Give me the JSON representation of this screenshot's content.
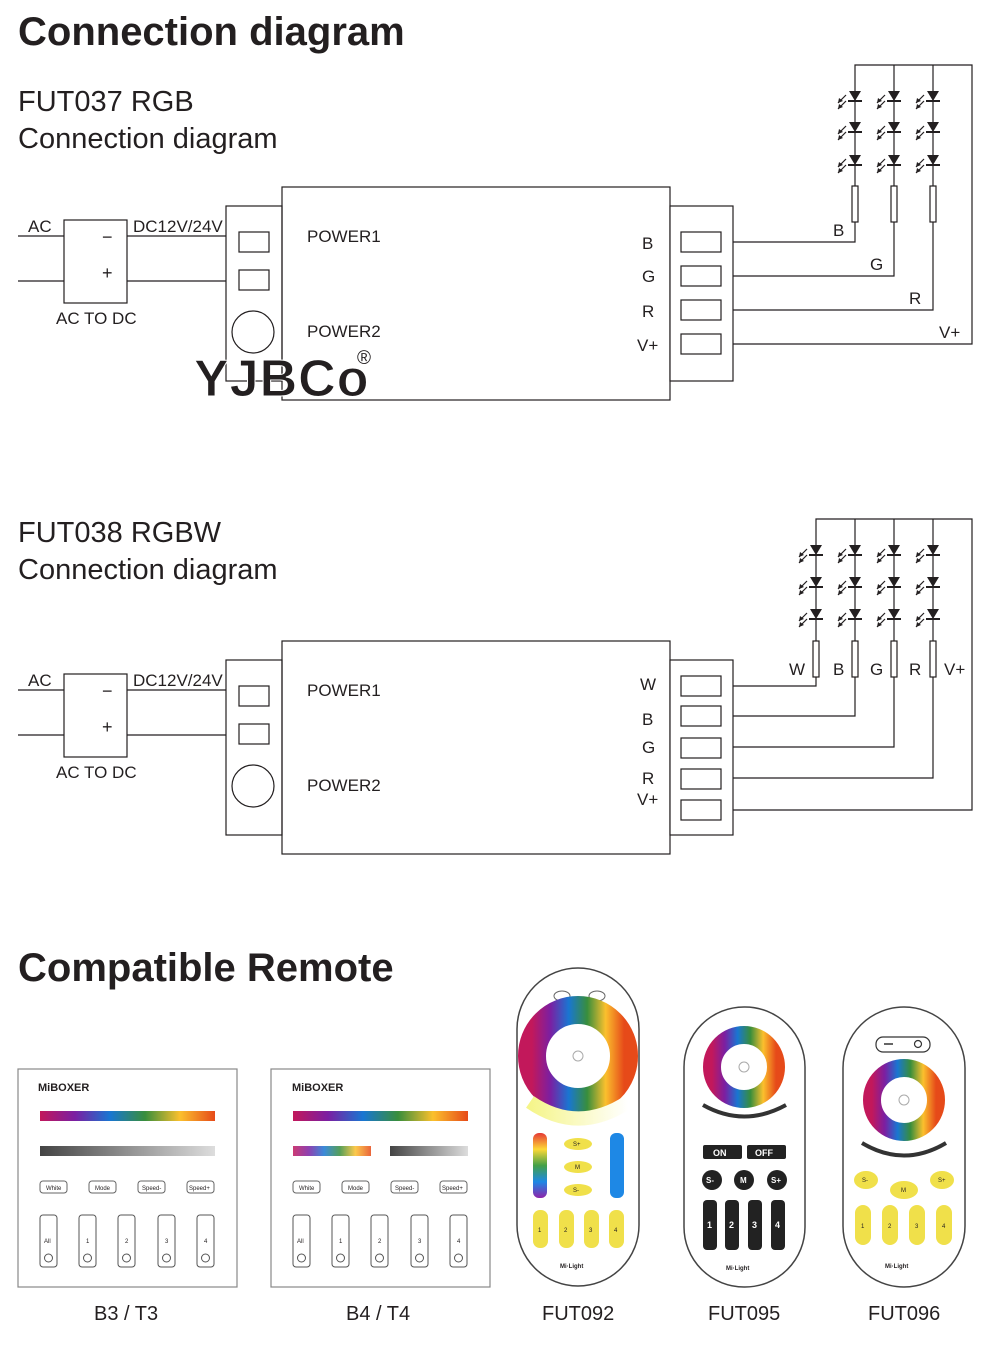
{
  "headings": {
    "main": "Connection diagram",
    "remote": "Compatible Remote"
  },
  "diagram1": {
    "title_line1": "FUT037 RGB",
    "title_line2": "Connection diagram",
    "ac": "AC",
    "dc": "DC12V/24V",
    "minus": "−",
    "plus": "+",
    "converter": "AC TO DC",
    "power1": "POWER1",
    "power2": "POWER2",
    "ports": [
      "B",
      "G",
      "R",
      "V+"
    ],
    "wires": [
      "B",
      "G",
      "R",
      "V+"
    ]
  },
  "diagram2": {
    "title_line1": "FUT038 RGBW",
    "title_line2": "Connection diagram",
    "ac": "AC",
    "dc": "DC12V/24V",
    "minus": "−",
    "plus": "+",
    "converter": "AC TO DC",
    "power1": "POWER1",
    "power2": "POWER2",
    "ports": [
      "W",
      "B",
      "G",
      "R",
      "V+"
    ],
    "wires": [
      "W",
      "B",
      "G",
      "R",
      "V+"
    ]
  },
  "watermark": {
    "text": "YJBCo",
    "mark": "®"
  },
  "remotes": {
    "panel_brand": "MiBOXER",
    "panel_buttons": [
      "White",
      "Mode",
      "Speed-",
      "Speed+"
    ],
    "panel_zones": [
      "All",
      "1",
      "2",
      "3",
      "4"
    ],
    "fut092_keys": [
      "S+",
      "M",
      "S-"
    ],
    "fut095_keys": [
      "ON",
      "OFF",
      "S-",
      "M",
      "S+"
    ],
    "fut096_keys": [
      "S-",
      "M",
      "S+"
    ],
    "zones": [
      "1",
      "2",
      "3",
      "4"
    ],
    "remote_brand": "Mi·Light",
    "items": [
      {
        "label": "B3 / T3"
      },
      {
        "label": "B4 / T4"
      },
      {
        "label": "FUT092"
      },
      {
        "label": "FUT095"
      },
      {
        "label": "FUT096"
      }
    ]
  }
}
